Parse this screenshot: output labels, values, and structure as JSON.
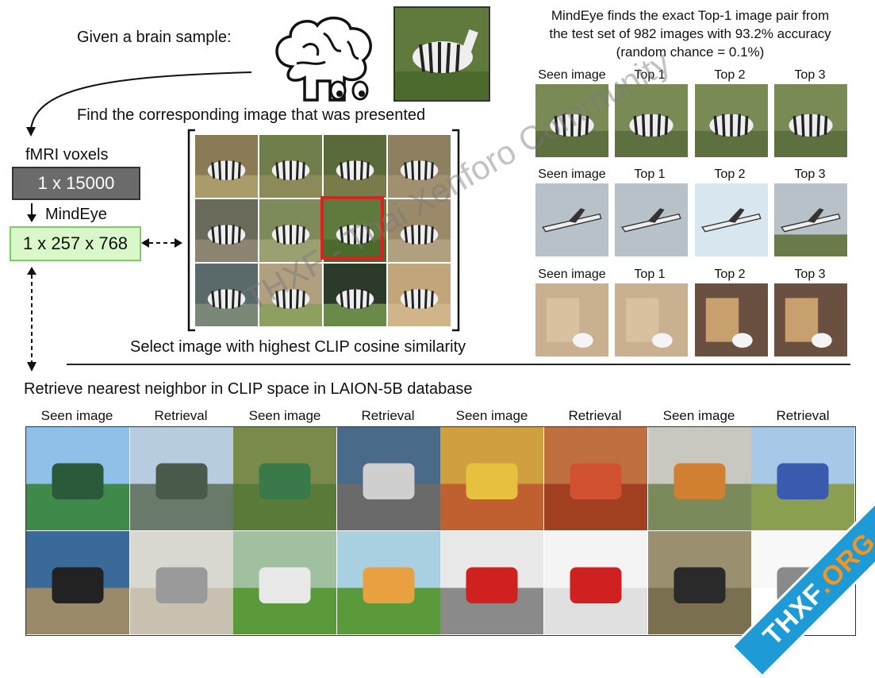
{
  "header": {
    "given_label": "Given a brain sample:",
    "find_label": "Find the corresponding image that was presented",
    "select_label": "Select image with highest CLIP cosine similarity",
    "retrieve_label": "Retrieve nearest neighbor in CLIP space in LAION-5B database"
  },
  "pipeline": {
    "voxels_label": "fMRI voxels",
    "voxels_shape": "1 x 15000",
    "model_label": "MindEye",
    "embed_shape": "1 x 257 x 768"
  },
  "topk": {
    "caption_line1": "MindEye finds the exact Top-1 image pair from",
    "caption_line2": "the test set of 982 images with 93.2% accuracy",
    "caption_line3": "(random chance = 0.1%)",
    "rows": [
      {
        "cols": [
          "Seen image",
          "Top 1",
          "Top 2",
          "Top 3"
        ]
      },
      {
        "cols": [
          "Seen image",
          "Top 1",
          "Top 2",
          "Top 3"
        ]
      },
      {
        "cols": [
          "Seen image",
          "Top 1",
          "Top 2",
          "Top 3"
        ]
      }
    ]
  },
  "retrieval": {
    "headers": [
      "Seen image",
      "Retrieval",
      "Seen image",
      "Retrieval",
      "Seen image",
      "Retrieval",
      "Seen image",
      "Retrieval"
    ]
  },
  "watermark": "THXF - Thai Xenforo Community",
  "badge": {
    "brand": "THXF",
    "tld": ".ORG"
  },
  "colors": {
    "accent_red": "#e02020",
    "box_green": "#d9f7c9",
    "box_gray": "#6b6b6b",
    "badge_blue": "#1e9ad6"
  }
}
